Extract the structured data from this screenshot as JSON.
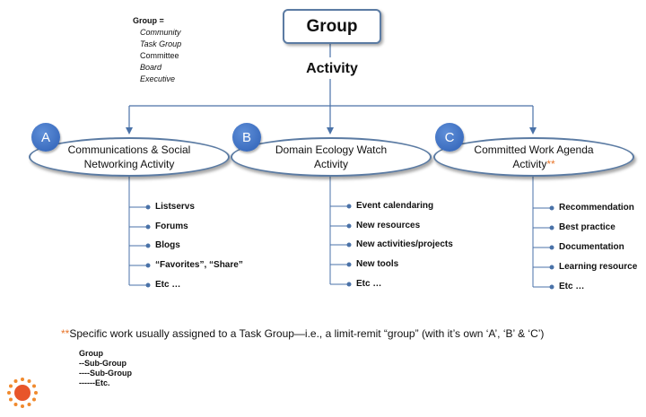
{
  "legend": {
    "heading": "Group =",
    "items": [
      "Community",
      "Task Group",
      "Committee",
      "Board",
      "Executive"
    ]
  },
  "top": {
    "group_label": "Group",
    "activity_label": "Activity"
  },
  "nodes": [
    {
      "badge": "A",
      "line1": "Communications & Social",
      "line2": "Networking Activity",
      "suffix": "",
      "bullets": [
        "Listservs",
        "Forums",
        "Blogs",
        "“Favorites”, “Share”",
        "Etc …"
      ]
    },
    {
      "badge": "B",
      "line1": "Domain Ecology Watch",
      "line2": "Activity",
      "suffix": "",
      "bullets": [
        "Event calendaring",
        "New resources",
        "New activities/projects",
        "New tools",
        "Etc …"
      ]
    },
    {
      "badge": "C",
      "line1": "Committed Work Agenda",
      "line2": "Activity",
      "suffix": "**",
      "bullets": [
        "Recommendation",
        "Best practice",
        "Documentation",
        "Learning resource",
        "Etc …"
      ]
    }
  ],
  "footnote": {
    "stars": "**",
    "text": "Specific work usually assigned to a Task Group—i.e., a limit-remit “group” (with it’s own ‘A’, ‘B’ & ‘C’)"
  },
  "hierarchy": [
    "Group",
    "--Sub-Group",
    "----Sub-Group",
    "------Etc."
  ],
  "colors": {
    "outline": "#5b7ba3",
    "connector": "#4a72a8",
    "badge": "#3a6cc4",
    "accent": "#e8762c"
  },
  "logo_icon": "sunburst-logo-icon"
}
